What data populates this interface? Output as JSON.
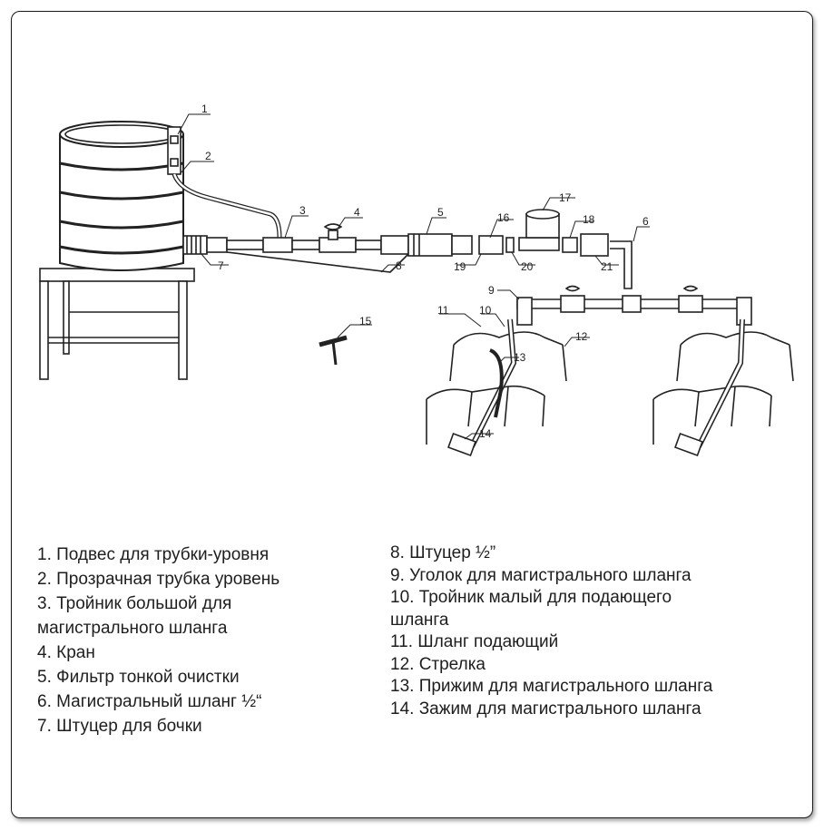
{
  "callouts": [
    "1",
    "2",
    "3",
    "4",
    "5",
    "6",
    "7",
    "8",
    "9",
    "10",
    "11",
    "12",
    "13",
    "14",
    "15",
    "16",
    "17",
    "18",
    "19",
    "20",
    "21"
  ],
  "legend_left": [
    "1. Подвес для трубки-уровня",
    "2. Прозрачная трубка уровень",
    "3. Тройник большой для\nмагистрального шланга",
    "4. Кран",
    "5. Фильтр тонкой очистки",
    "6. Магистральный шланг ½“",
    "7. Штуцер для бочки"
  ],
  "legend_right": [
    "8. Штуцер ½”",
    "9. Уголок для магистрального шланга",
    "10. Тройник малый для подающего\nшланга",
    "11. Шланг подающий",
    "12. Стрелка",
    "13. Прижим для магистрального шланга",
    "14. Зажим для магистрального шланга"
  ],
  "colors": {
    "line": "#222222",
    "frame": "#1a1a1a",
    "text": "#1e1e1e"
  }
}
